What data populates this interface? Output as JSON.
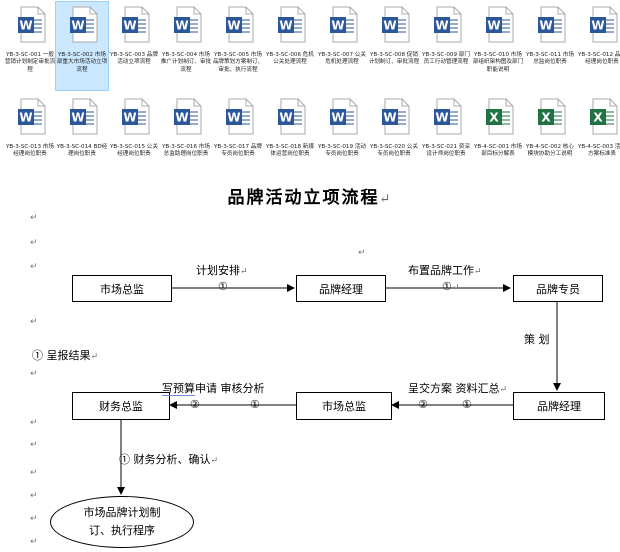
{
  "files": [
    {
      "name": "YB-3-SC-001 一般营销计划制定审批流程",
      "type": "word"
    },
    {
      "name": "YB-3-SC-002 市场部重大市场活动立项流程",
      "type": "word",
      "selected": true
    },
    {
      "name": "YB-3-SC-003 品牌活动立项流程",
      "type": "word"
    },
    {
      "name": "YB-3-SC-004 市场推广计划制订、审批流程",
      "type": "word"
    },
    {
      "name": "YB-3-SC-005 市场品牌策划方案制订、审批、执行流程",
      "type": "word"
    },
    {
      "name": "YB-3-SC-006 危机公关处理流程",
      "type": "word"
    },
    {
      "name": "YB-3-SC-007 公关危机处理流程",
      "type": "word"
    },
    {
      "name": "YB-3-SC-008 促销计划制订、审批流程",
      "type": "word"
    },
    {
      "name": "YB-3-SC-009 部门员工行动管理流程",
      "type": "word"
    },
    {
      "name": "YB-3-SC-010 市场部组织架构图及部门职能说明",
      "type": "word"
    },
    {
      "name": "YB-3-SC-011 市场总监岗位职责",
      "type": "word"
    },
    {
      "name": "YB-3-SC-012 品牌经理岗位职责",
      "type": "word"
    },
    {
      "name": "YB-3-SC-013 市场经理岗位职责",
      "type": "word"
    },
    {
      "name": "YB-3-SC-014 BD经理岗位职责",
      "type": "word"
    },
    {
      "name": "YB-3-SC-015 公关经理岗位职责",
      "type": "word"
    },
    {
      "name": "YB-3-SC-016 市场总监助理岗位职责",
      "type": "word"
    },
    {
      "name": "YB-3-SC-017 品牌专员岗位职责",
      "type": "word"
    },
    {
      "name": "YB-3-SC-018 新媒体运营岗位职责",
      "type": "word"
    },
    {
      "name": "YB-3-SC-019 活动专员岗位职责",
      "type": "word"
    },
    {
      "name": "YB-3-SC-020 公关专员岗位职责",
      "type": "word"
    },
    {
      "name": "YB-3-SC-021 资深设计师岗位职责",
      "type": "word"
    },
    {
      "name": "YB-4-SC-001 市场部目标分解表",
      "type": "excel"
    },
    {
      "name": "YB-4-SC-002 核心模块协助分工说明",
      "type": "excel"
    },
    {
      "name": "YB-4-SC-003 活动方案标准表",
      "type": "excel"
    }
  ],
  "icons": {
    "word": "W",
    "excel": "X"
  },
  "colors": {
    "word": "#2b579a",
    "excel": "#217346",
    "selection": "#cce8ff"
  },
  "document": {
    "title": "品牌活动立项流程",
    "para_mark": "↵",
    "boxes": {
      "market_director_1": "市场总监",
      "brand_manager_1": "品牌经理",
      "brand_specialist": "品牌专员",
      "finance_director": "财务总监",
      "market_director_2": "市场总监",
      "brand_manager_2": "品牌经理"
    },
    "labels": {
      "plan": "计划安排",
      "arrange": "布置品牌工作",
      "circle1": "①",
      "circle2": "②",
      "planning": "策 划",
      "report": "① 呈报结果",
      "budget": "写预算",
      "budget_rest": "申请  审核分析",
      "submit": "呈交方案  资料汇总",
      "finance_analysis": "① 财务分析、确认",
      "end_line1": "市场品牌计划制",
      "end_line2": "订、执行程序"
    }
  }
}
